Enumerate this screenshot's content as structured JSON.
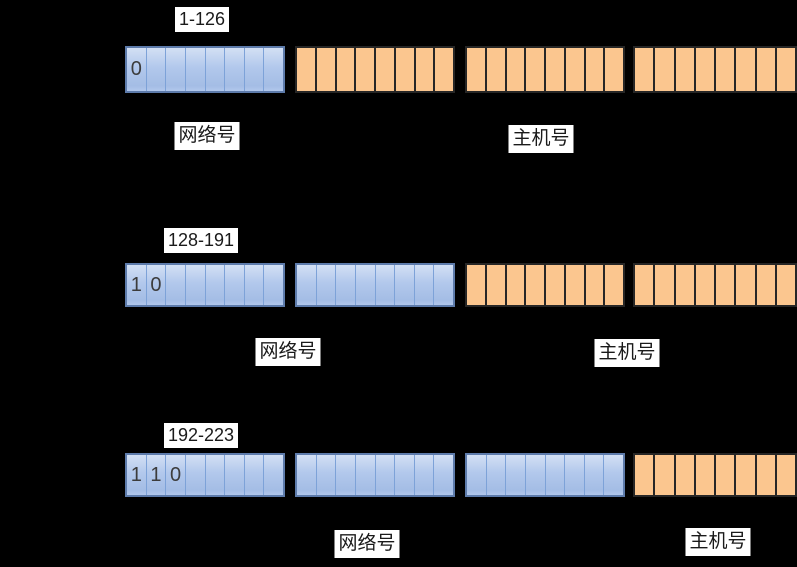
{
  "colors": {
    "background": "#000000",
    "network_top": "#d3e0f4",
    "network_mid": "#b2c8ec",
    "network_bottom": "#a4bde5",
    "network_border": "#5d7bab",
    "network_divider": "#7da2d8",
    "host_fill": "#fbc68f",
    "host_border": "#262626",
    "label_bg": "#ffffff",
    "label_text": "#1a1a1a",
    "digit_color": "#3c3c3c"
  },
  "rows": [
    {
      "id": "class-a",
      "range_label": "1-126",
      "leading_bits": [
        "0"
      ],
      "network_label": "网络号",
      "host_label": "主机号",
      "octets": [
        {
          "role": "network",
          "bits": 8
        },
        {
          "role": "host",
          "bits": 8
        },
        {
          "role": "host",
          "bits": 8
        },
        {
          "role": "host",
          "bits": 8
        }
      ]
    },
    {
      "id": "class-b",
      "range_label": "128-191",
      "leading_bits": [
        "1",
        "0"
      ],
      "network_label": "网络号",
      "host_label": "主机号",
      "octets": [
        {
          "role": "network",
          "bits": 8
        },
        {
          "role": "network",
          "bits": 8
        },
        {
          "role": "host",
          "bits": 8
        },
        {
          "role": "host",
          "bits": 8
        }
      ]
    },
    {
      "id": "class-c",
      "range_label": "192-223",
      "leading_bits": [
        "1",
        "1",
        "0"
      ],
      "network_label": "网络号",
      "host_label": "主机号",
      "octets": [
        {
          "role": "network",
          "bits": 8
        },
        {
          "role": "network",
          "bits": 8
        },
        {
          "role": "network",
          "bits": 8
        },
        {
          "role": "host",
          "bits": 8
        }
      ]
    }
  ]
}
